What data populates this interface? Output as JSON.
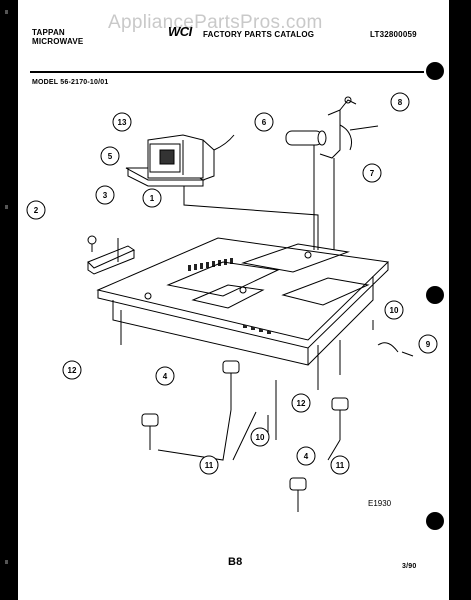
{
  "watermark": "AppliancePartsPros.com",
  "header": {
    "brand_line1": "TAPPAN",
    "brand_line2": "MICROWAVE",
    "logo_text": "WCI",
    "catalog_title": "FACTORY PARTS CATALOG",
    "catalog_number": "LT32800059",
    "model": "MODEL 56-2170-10/01"
  },
  "callouts": [
    "13",
    "5",
    "6",
    "8",
    "7",
    "1",
    "3",
    "2",
    "10",
    "9",
    "12",
    "4",
    "12",
    "10",
    "4",
    "11",
    "11"
  ],
  "figure_code": "E1930",
  "footer": {
    "page": "B8",
    "date": "3/90"
  }
}
